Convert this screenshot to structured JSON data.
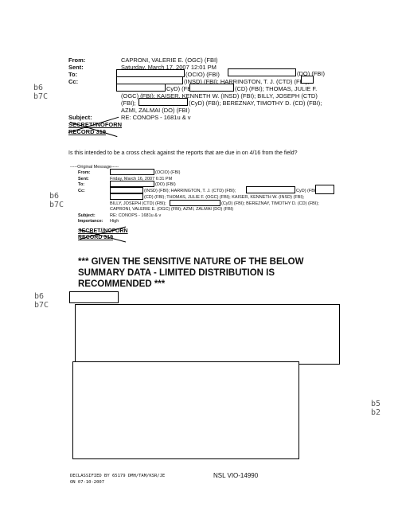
{
  "email": {
    "from_label": "From:",
    "from": "CAPRONI, VALERIE E. (OGC) (FBI)",
    "sent_label": "Sent:",
    "sent": "Saturday, March 17, 2007 12:01 PM",
    "to_label": "To:",
    "to_1": "(OCIO) (FBI)",
    "to_2": "(DO) (FBI)",
    "cc_label": "Cc:",
    "cc_1": "(INSD) (FBI); HARRINGTON, T. J. (CTD) (FBI);",
    "cc_2": "CyD) (FBI)",
    "cc_3": "(CD) (FBI); THOMAS, JULIE F.",
    "cc_4": "(OGC) (FBI); KAISER, KENNETH W. (INSD) (FBI); BILLY, JOSEPH (CTD)",
    "cc_5": "(FBI);",
    "cc_6": "(CyD) (FBI); BEREZNAY, TIMOTHY D. (CD) (FBI);",
    "cc_7": "AZMI, ZALMAI (DO) (FBI)",
    "subject_label": "Subject:",
    "subject": "RE: CONOPS - 1681u & v",
    "class_1": "SECRET//NOFORN",
    "class_2": "RECORD 319",
    "body": "Is this intended to be a cross check against the reports that are due in on 4/16 from the field?"
  },
  "original": {
    "marker": "-----Original Message-----",
    "from_label": "From:",
    "from": "(OCIO) (FBI)",
    "sent_label": "Sent:",
    "sent": "Friday, March 16, 2007 6:31 PM",
    "to_label": "To:",
    "to": "(DO) (FBI)",
    "cc_label": "Cc:",
    "cc_1": "(INSD) (FBI); HARRINGTON, T. J. (CTD) (FBI);",
    "cc_1b": "CyD) (FBI);",
    "cc_2": "(CD) (FBI); THOMAS, JULIE F. (OGC) (FBI); KAISER, KENNETH W. (INSD) (FBI);",
    "cc_3": "BILLY, JOSEPH (CTD) (FBI);",
    "cc_3b": "(CyD) (FBI); BEREZNAY, TIMOTHY D. (CD) (FBI);",
    "cc_4": "CAPRONI, VALERIE E. (OGC) (FBI); AZMI, ZALMAI (DO) (FBI)",
    "subject_label": "Subject:",
    "subject": "RE: CONOPS - 1681u & v",
    "importance_label": "Importance:",
    "importance": "High",
    "class_1": "SECRET//NOFORN",
    "class_2": "RECORD 319"
  },
  "heading": "*** GIVEN THE SENSITIVE NATURE OF THE BELOW SUMMARY DATA - LIMITED DISTRIBUTION IS RECOMMENDED ***",
  "codes": {
    "b6_1": "b6",
    "b7c_1": "b7C",
    "b6_2": "b6",
    "b7c_2": "b7C",
    "b6_3": "b6",
    "b7c_3": "b7C",
    "b5": "b5",
    "b2": "b2"
  },
  "footer": {
    "declass_1": "DECLASSIFIED BY 65179 DMH/TAM/KSR/JE",
    "declass_2": "ON 07-10-2007",
    "doc_id": "NSL VIO-14990"
  }
}
